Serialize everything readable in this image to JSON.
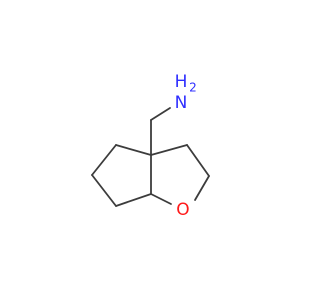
{
  "molecule": {
    "atoms": {
      "nitrogen": "N",
      "hydrogen": "H",
      "hydrogen_count": "2",
      "oxygen": "O"
    },
    "colors": {
      "bond": "#3c3c3c",
      "nitrogen": "#2f2fff",
      "oxygen": "#ff1a1a",
      "background": "#ffffff"
    }
  }
}
